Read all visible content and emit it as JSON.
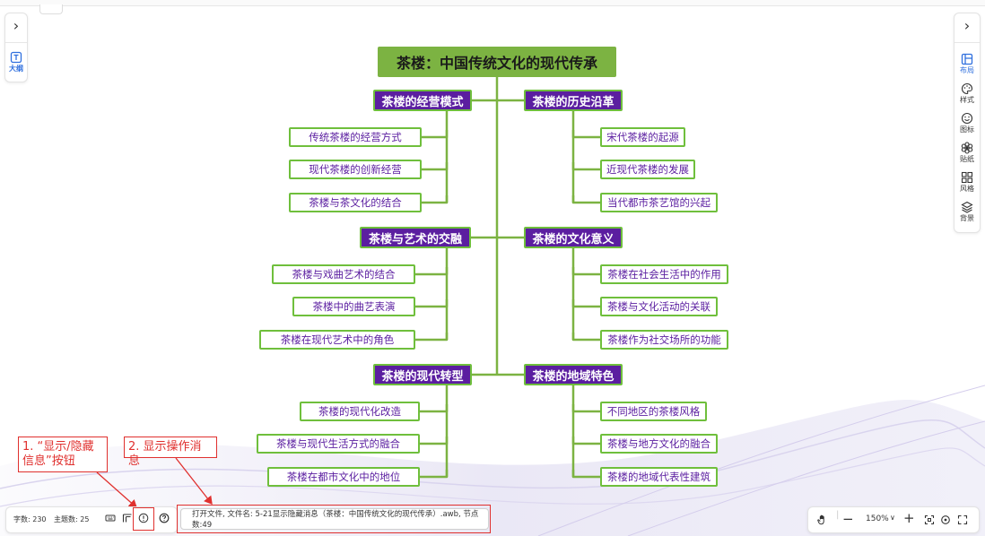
{
  "outline_label": "大纲",
  "right_tools": [
    {
      "name": "layout",
      "label": "布局",
      "active": true
    },
    {
      "name": "style",
      "label": "样式",
      "active": false
    },
    {
      "name": "icon",
      "label": "图标",
      "active": false
    },
    {
      "name": "sticker",
      "label": "贴纸",
      "active": false
    },
    {
      "name": "theme",
      "label": "风格",
      "active": false
    },
    {
      "name": "background",
      "label": "背景",
      "active": false
    }
  ],
  "mindmap": {
    "root": "茶楼：中国传统文化的现代传承",
    "branches": [
      {
        "title": "茶楼的经营模式",
        "children": [
          "传统茶楼的经营方式",
          "现代茶楼的创新经营",
          "茶楼与茶文化的结合"
        ]
      },
      {
        "title": "茶楼的历史沿革",
        "children": [
          "宋代茶楼的起源",
          "近现代茶楼的发展",
          "当代都市茶艺馆的兴起"
        ]
      },
      {
        "title": "茶楼与艺术的交融",
        "children": [
          "茶楼与戏曲艺术的结合",
          "茶楼中的曲艺表演",
          "茶楼在现代艺术中的角色"
        ]
      },
      {
        "title": "茶楼的文化意义",
        "children": [
          "茶楼在社会生活中的作用",
          "茶楼与文化活动的关联",
          "茶楼作为社交场所的功能"
        ]
      },
      {
        "title": "茶楼的现代转型",
        "children": [
          "茶楼的现代化改造",
          "茶楼与现代生活方式的融合",
          "茶楼在都市文化中的地位"
        ]
      },
      {
        "title": "茶楼的地域特色",
        "children": [
          "不同地区的茶楼风格",
          "茶楼与地方文化的融合",
          "茶楼的地域代表性建筑"
        ]
      }
    ]
  },
  "annotations": {
    "first_line1": "1. “显示/隐藏",
    "first_line2": "信息”按钮",
    "second": "2. 显示操作消息"
  },
  "bottom": {
    "word_count": "字数: 230",
    "topic_count": "主题数: 25",
    "status_message": "打开文件, 文件名: 5-21显示隐藏消息（茶楼：中国传统文化的现代传承）.awb, 节点数:49",
    "zoom": "150%"
  },
  "colors": {
    "root_bg": "#7cb342",
    "branch_bg": "#5b1ea0",
    "connector": "#7cb342",
    "leaf_text": "#5b1ea0",
    "annotation": "#e0302e",
    "accent": "#2f6fde"
  }
}
